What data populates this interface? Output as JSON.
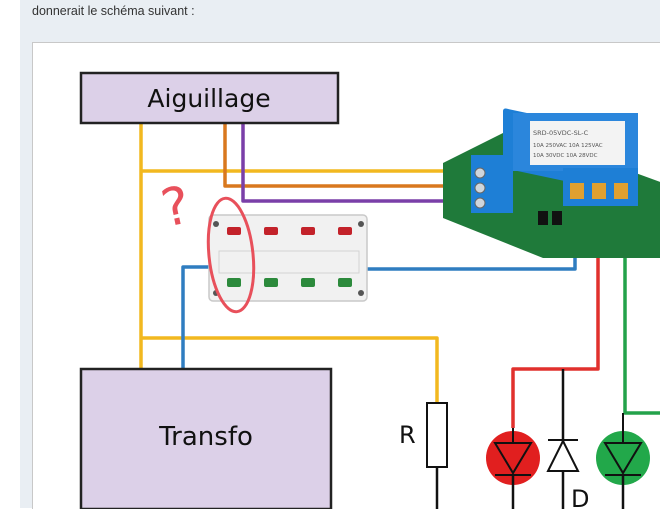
{
  "post": {
    "intro_text": "donnerait le schéma suivant :"
  },
  "schematic": {
    "labels": {
      "aiguillage": "Aiguillage",
      "transfo": "Transfo",
      "resistor": "R",
      "diode": "D",
      "question_mark": "?",
      "relay_text_1": "SRD-05VDC-SL-C",
      "relay_text_2": "10A 250VAC 10A 125VAC",
      "relay_text_3": "10A 30VDC 10A 28VDC"
    },
    "colors": {
      "yellow_wire": "#f2b81f",
      "orange_wire": "#d9781e",
      "purple_wire": "#7a3fa8",
      "blue_wire": "#2f7dc0",
      "red_wire": "#e1302d",
      "green_wire": "#23a24a",
      "box_fill": "#dcd0e8",
      "relay_board": "#1f7a3a",
      "relay_blue": "#1e7fd6",
      "led_red": "#e11f1f",
      "led_green": "#22a84a"
    }
  }
}
